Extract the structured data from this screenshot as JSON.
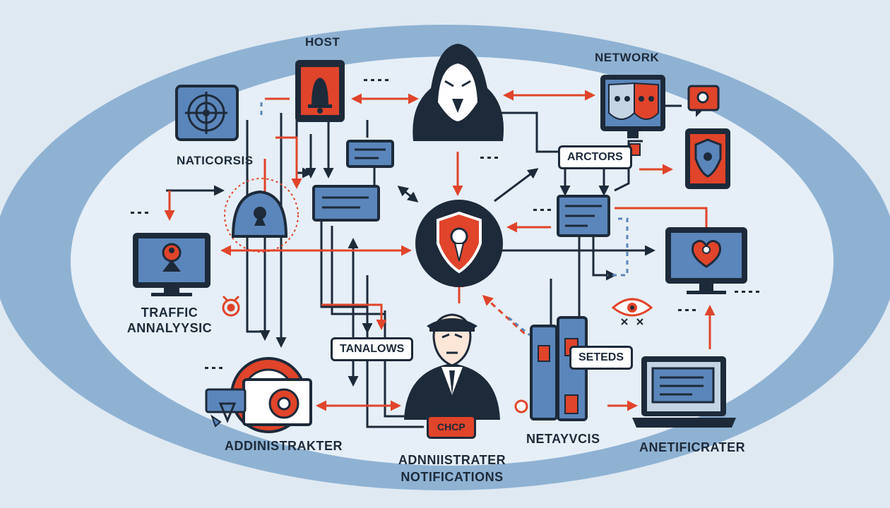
{
  "labels": {
    "host": "HOST",
    "network": "NETWORK",
    "naticorsis": "NATICORSIS",
    "arctors": "ARCTORS",
    "traffic_line1": "TRAFFIC",
    "traffic_line2": "ANNALYYSIC",
    "tanalows": "TANALOWS",
    "seteds": "SETEDS",
    "chcp": "CHCP",
    "adnistrater": "ADDINISTRAKTER",
    "admin_notif_line1": "ADNNIISTRATER",
    "admin_notif_line2": "NOTIFICATIONS",
    "netayvcis": "NETAYVCIS",
    "anetificrater": "ANETIFICRATER"
  },
  "colors": {
    "background": "#dfe9f2",
    "outer_ring": "#8fb2d3",
    "navy": "#1d2a3a",
    "accent_red": "#e0442a",
    "panel_blue": "#5b86bb"
  }
}
